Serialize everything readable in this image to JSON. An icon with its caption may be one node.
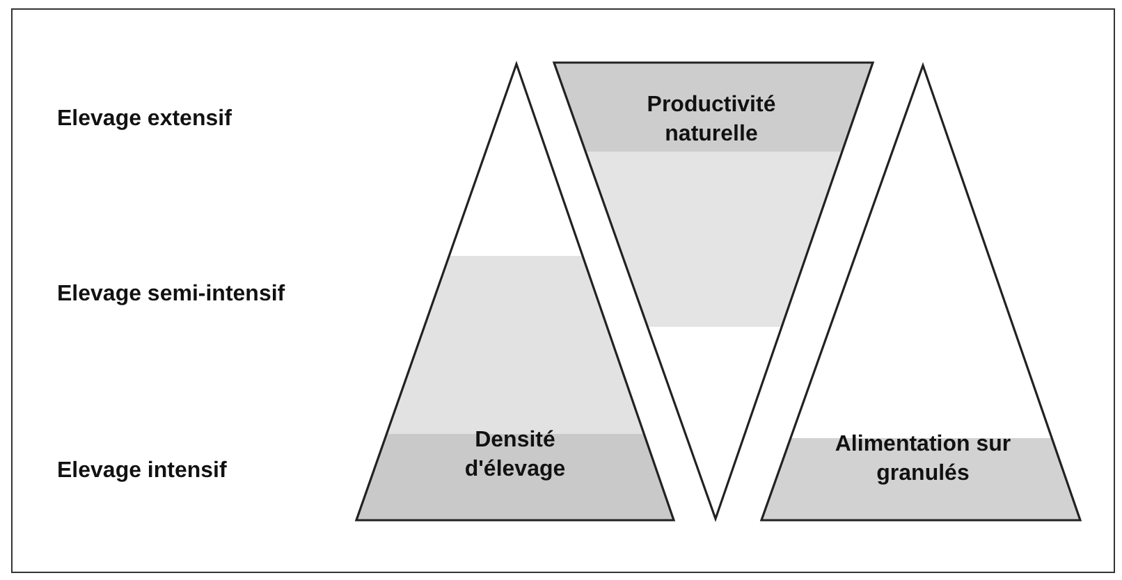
{
  "diagram": {
    "nodes": [
      {
        "text": [
          "Densité d'élevage"
        ]
      },
      {
        "text": [
          "Productivité naturelle"
        ]
      },
      {
        "text": [
          "Alimentation sur granulés"
        ]
      }
    ],
    "labels": [
      "Elevage extensif",
      "Elevage semi-intensif",
      "Elevage intensif"
    ]
  }
}
